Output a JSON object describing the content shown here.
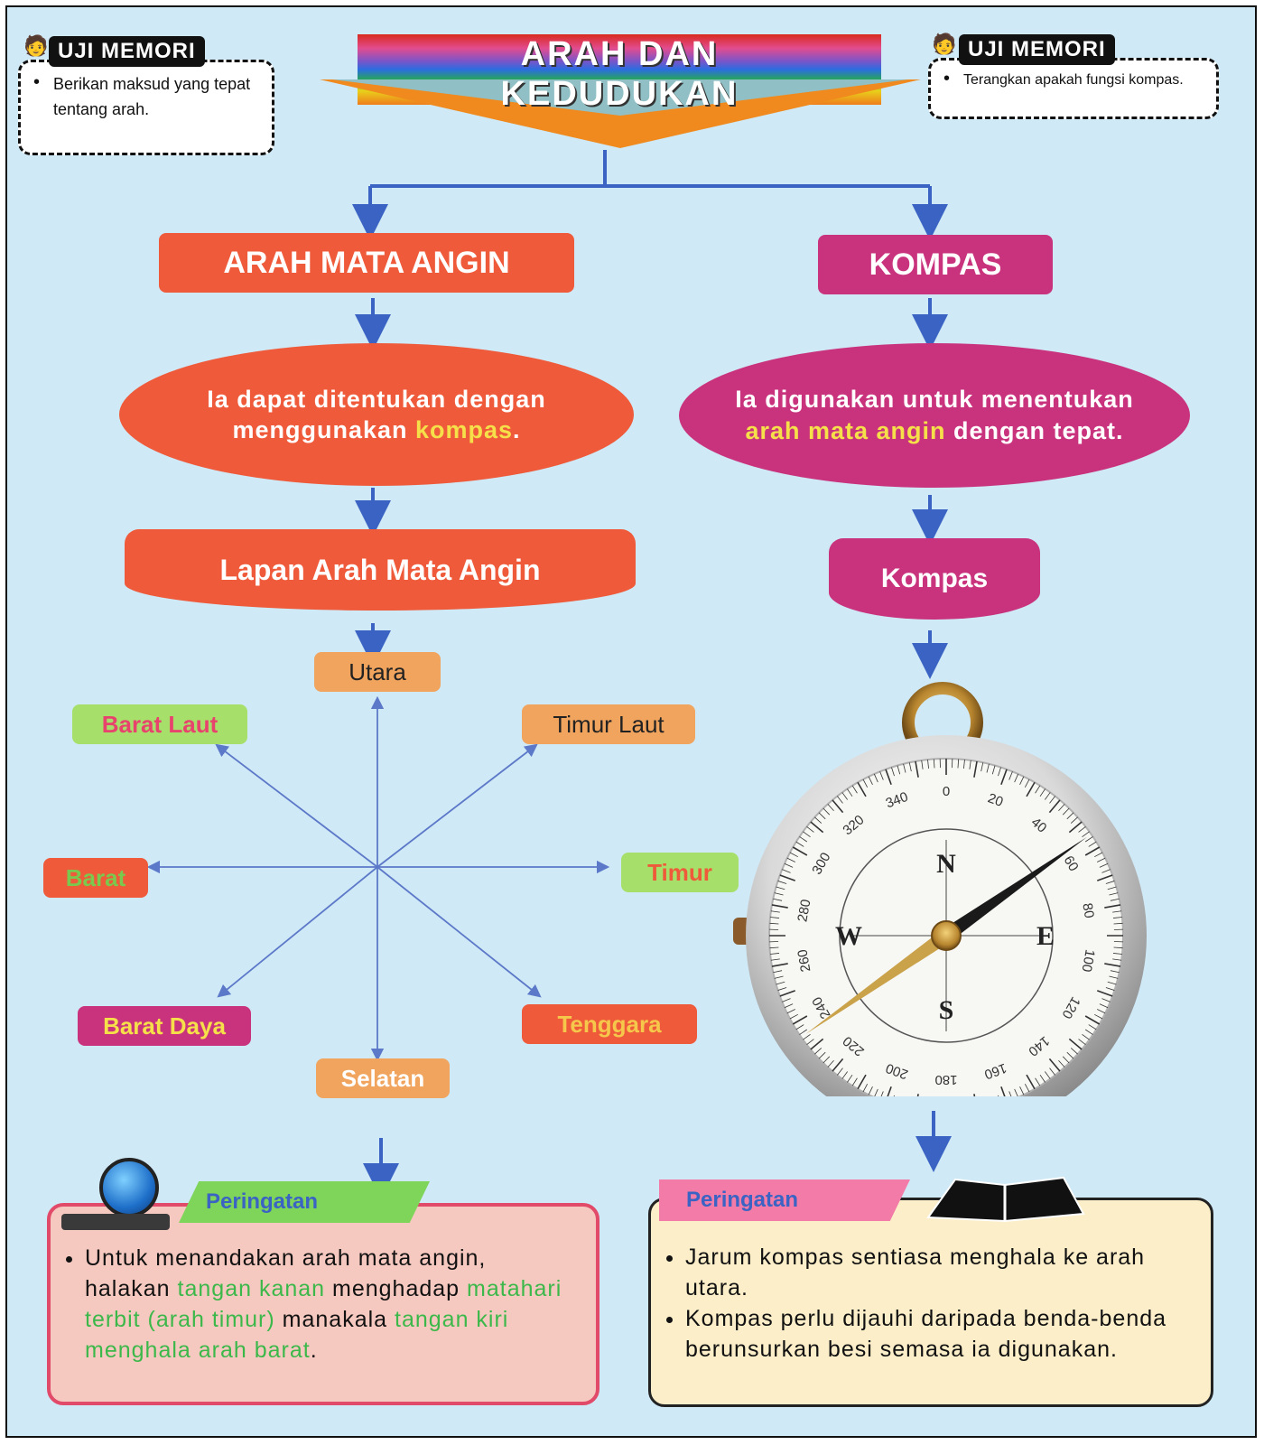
{
  "title": {
    "line1": "ARAH DAN",
    "line2": "KEDUDUKAN"
  },
  "memo_left": {
    "tag": "UJI MEMORI",
    "text": "Berikan maksud yang tepat tentang arah."
  },
  "memo_right": {
    "tag": "UJI MEMORI",
    "text": "Terangkan apakah fungsi kompas."
  },
  "left": {
    "heading": "ARAH MATA ANGIN",
    "oval_parts": [
      "Ia dapat ditentukan dengan menggunakan ",
      "kompas",
      "."
    ],
    "sub_heading": "Lapan Arah Mata Angin"
  },
  "right": {
    "heading": "KOMPAS",
    "oval_parts": [
      "Ia digunakan untuk menentukan ",
      "arah mata angin",
      " dengan tepat."
    ],
    "sub_heading": "Kompas"
  },
  "directions": {
    "north": "Utara",
    "northeast": "Timur Laut",
    "east": "Timur",
    "southeast": "Tenggara",
    "south": "Selatan",
    "southwest": "Barat Daya",
    "west": "Barat",
    "northwest": "Barat Laut"
  },
  "compass": {
    "cardinals": [
      "N",
      "E",
      "S",
      "W"
    ],
    "degree_labels": [
      "0",
      "20",
      "40",
      "60",
      "80",
      "100",
      "120",
      "140",
      "160",
      "180",
      "200",
      "220",
      "240",
      "260",
      "280",
      "300",
      "320",
      "340"
    ],
    "needle_bearing_deg": 55
  },
  "note_left": {
    "tag": "Peringatan",
    "parts": [
      "Untuk menandakan arah mata angin, halakan ",
      "tangan kanan",
      " menghadap ",
      "matahari terbit (arah timur)",
      " manakala ",
      "tangan kiri menghala arah barat",
      "."
    ]
  },
  "note_right": {
    "tag": "Peringatan",
    "items": [
      "Jarum kompas sentiasa menghala ke arah utara.",
      "Kompas perlu dijauhi daripada benda-benda berunsurkan besi semasa ia digunakan."
    ]
  },
  "colors": {
    "background": "#cfe9f6",
    "red": "#ef5a3a",
    "pink": "#c9337d",
    "highlight": "#f5e04a",
    "arrow": "#3a63c4",
    "note_green": "#3cb84a"
  }
}
